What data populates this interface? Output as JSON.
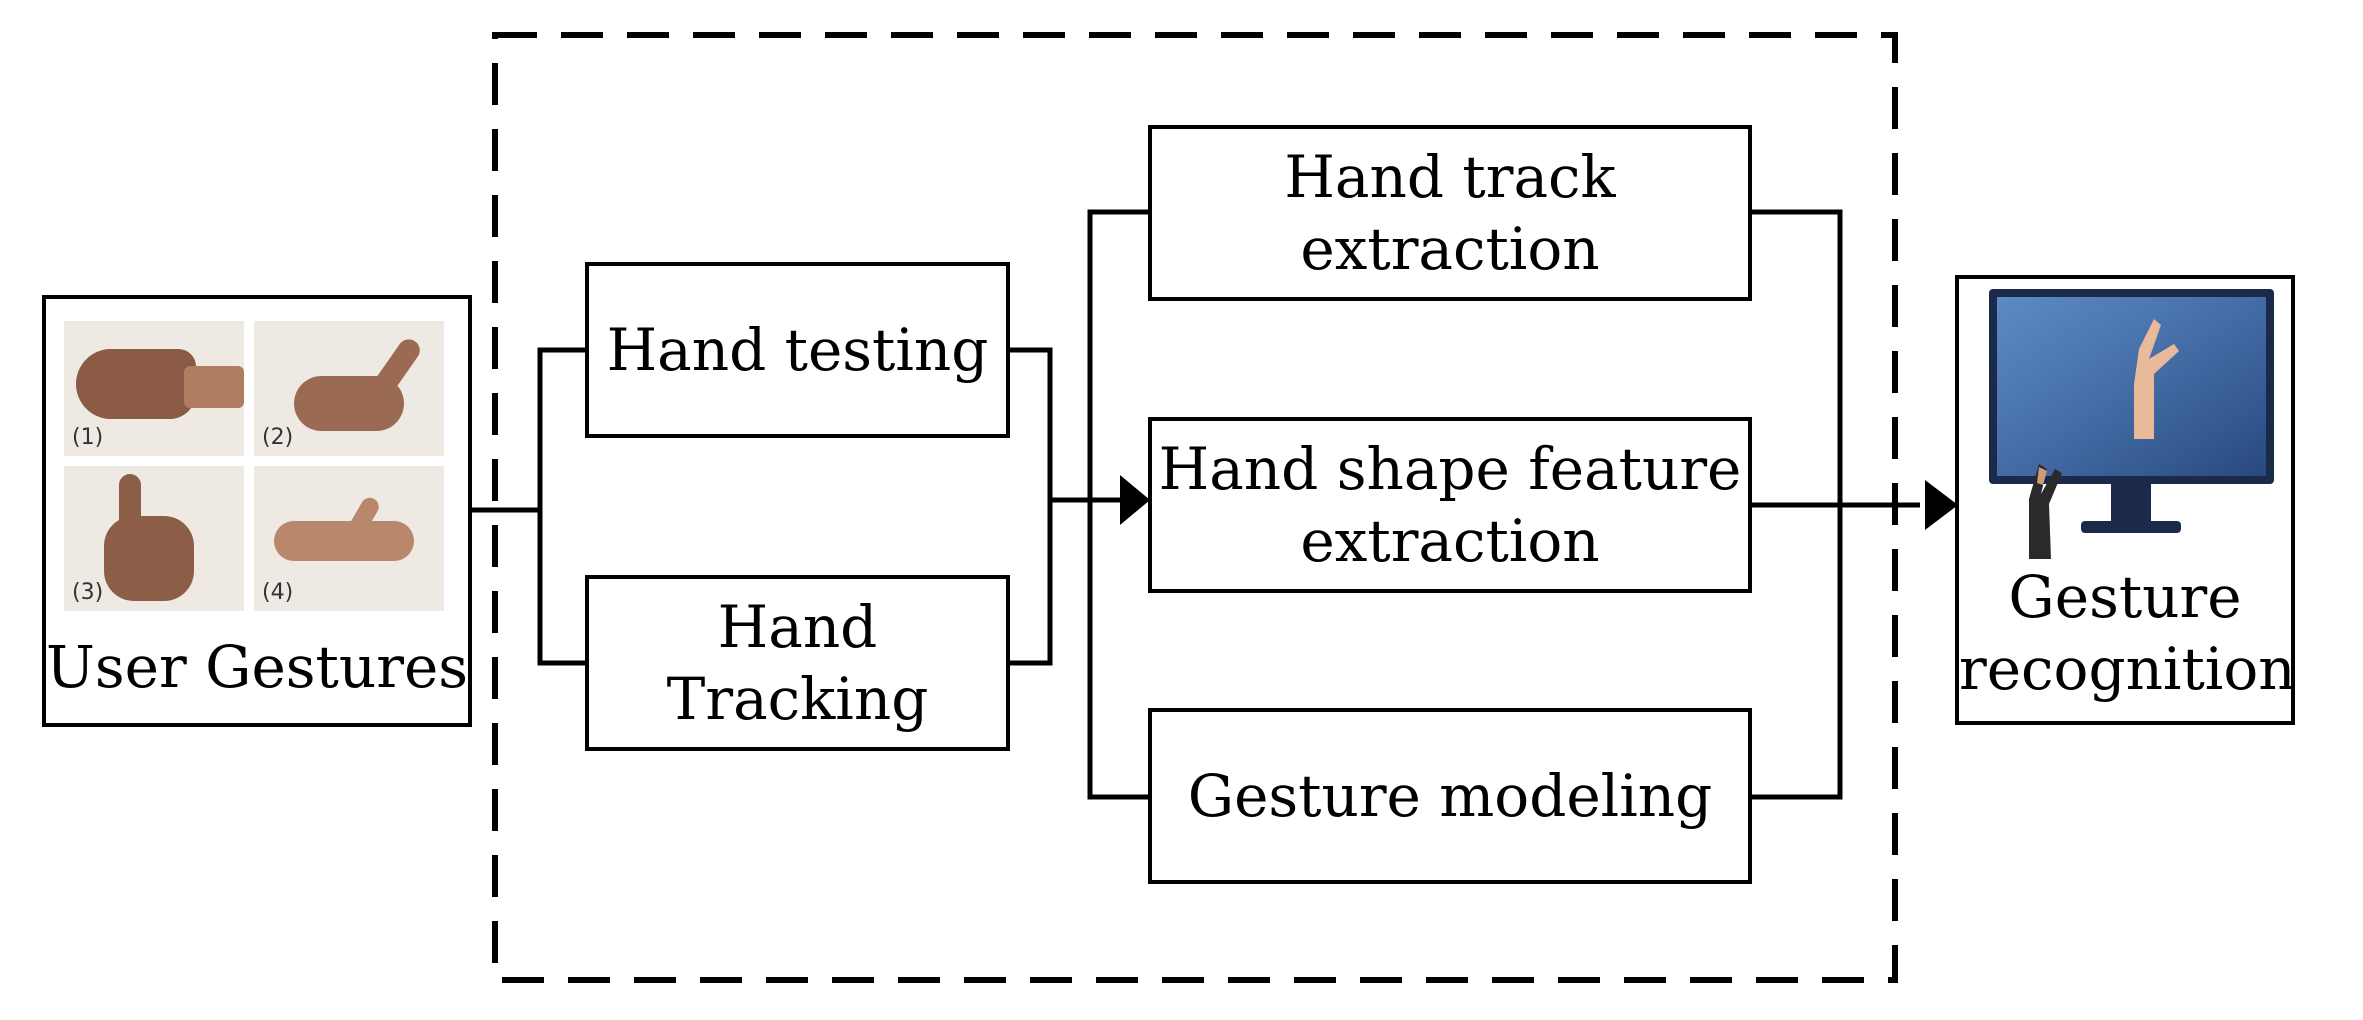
{
  "left_box": {
    "title": "User Gestures",
    "photos": [
      {
        "label": "(1)",
        "icon": "fist-hand-icon"
      },
      {
        "label": "(2)",
        "icon": "l-shape-hand-icon"
      },
      {
        "label": "(3)",
        "icon": "two-finger-hand-icon"
      },
      {
        "label": "(4)",
        "icon": "open-hand-icon"
      }
    ]
  },
  "middle": {
    "hand_testing": [
      "Hand testing"
    ],
    "hand_tracking": [
      "Hand",
      "Tracking"
    ],
    "hand_track_extraction": [
      "Hand track",
      "extraction"
    ],
    "hand_shape": [
      "Hand shape feature",
      "extraction"
    ],
    "gesture_modeling": [
      "Gesture modeling"
    ]
  },
  "right_box": {
    "title": [
      "Gesture",
      "recognition"
    ],
    "image_icon": "monitor-with-hand-icon"
  }
}
